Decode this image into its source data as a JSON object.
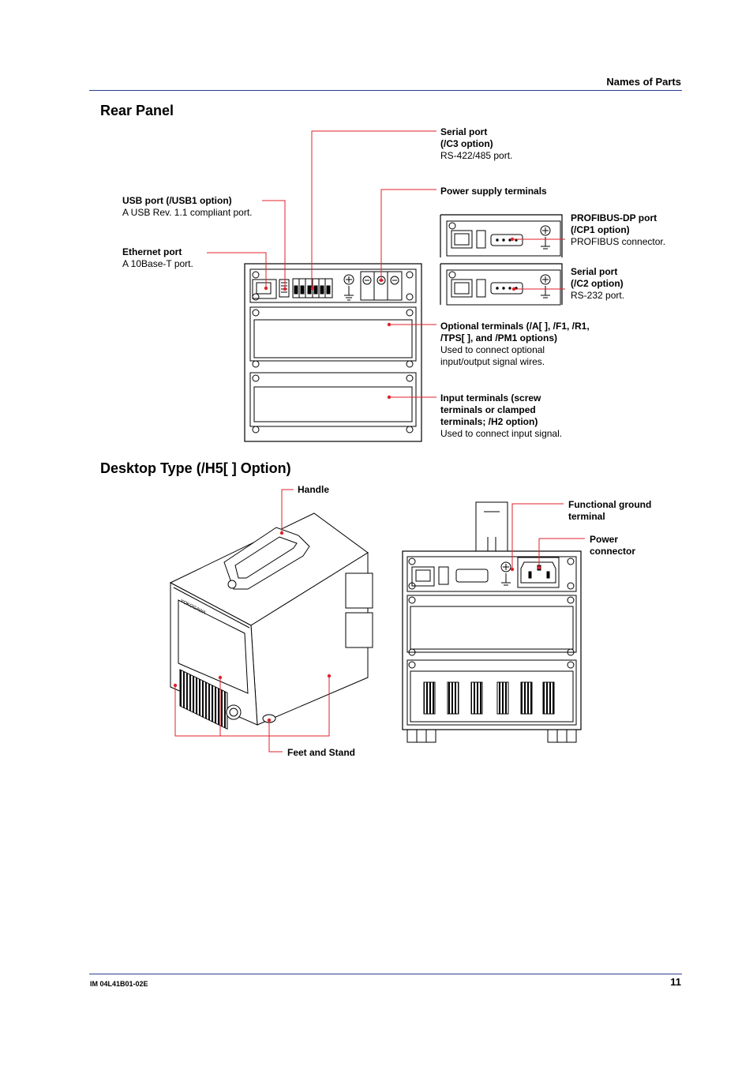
{
  "header": {
    "section": "Names of Parts"
  },
  "rear_panel": {
    "title": "Rear Panel",
    "labels": {
      "serial_c3": {
        "title1": "Serial port",
        "title2": "(/C3 option)",
        "desc": "RS-422/485 port."
      },
      "usb": {
        "title": "USB port (/USB1 option)",
        "desc": "A USB Rev. 1.1 compliant port."
      },
      "power_terminals": {
        "title": "Power supply terminals"
      },
      "profibus": {
        "title1": "PROFIBUS-DP port",
        "title2": "(/CP1 option)",
        "desc": "PROFIBUS connector."
      },
      "ethernet": {
        "title": "Ethernet port",
        "desc": "A 10Base-T port."
      },
      "serial_c2": {
        "title1": "Serial port",
        "title2": "(/C2 option)",
        "desc": "RS-232 port."
      },
      "optional_terminals": {
        "title1": "Optional terminals (/A[ ], /F1, /R1,",
        "title2": "/TPS[ ], and /PM1 options)",
        "desc1": "Used to connect optional",
        "desc2": "input/output signal wires."
      },
      "input_terminals": {
        "title1": "Input terminals (screw",
        "title2": "terminals or clamped",
        "title3": "terminals; /H2 option)",
        "desc": "Used to connect input signal."
      }
    }
  },
  "desktop": {
    "title": "Desktop Type (/H5[ ] Option)",
    "labels": {
      "handle": "Handle",
      "functional_ground1": "Functional ground",
      "functional_ground2": "terminal",
      "power_connector1": "Power",
      "power_connector2": "connector",
      "feet_stand": "Feet and Stand"
    },
    "brand_mark": "YOKOGAWA"
  },
  "footer": {
    "doc_id": "IM 04L41B01-02E",
    "page": "11"
  },
  "colors": {
    "rule": "#2b3f8c",
    "leader": "#e0222a"
  }
}
